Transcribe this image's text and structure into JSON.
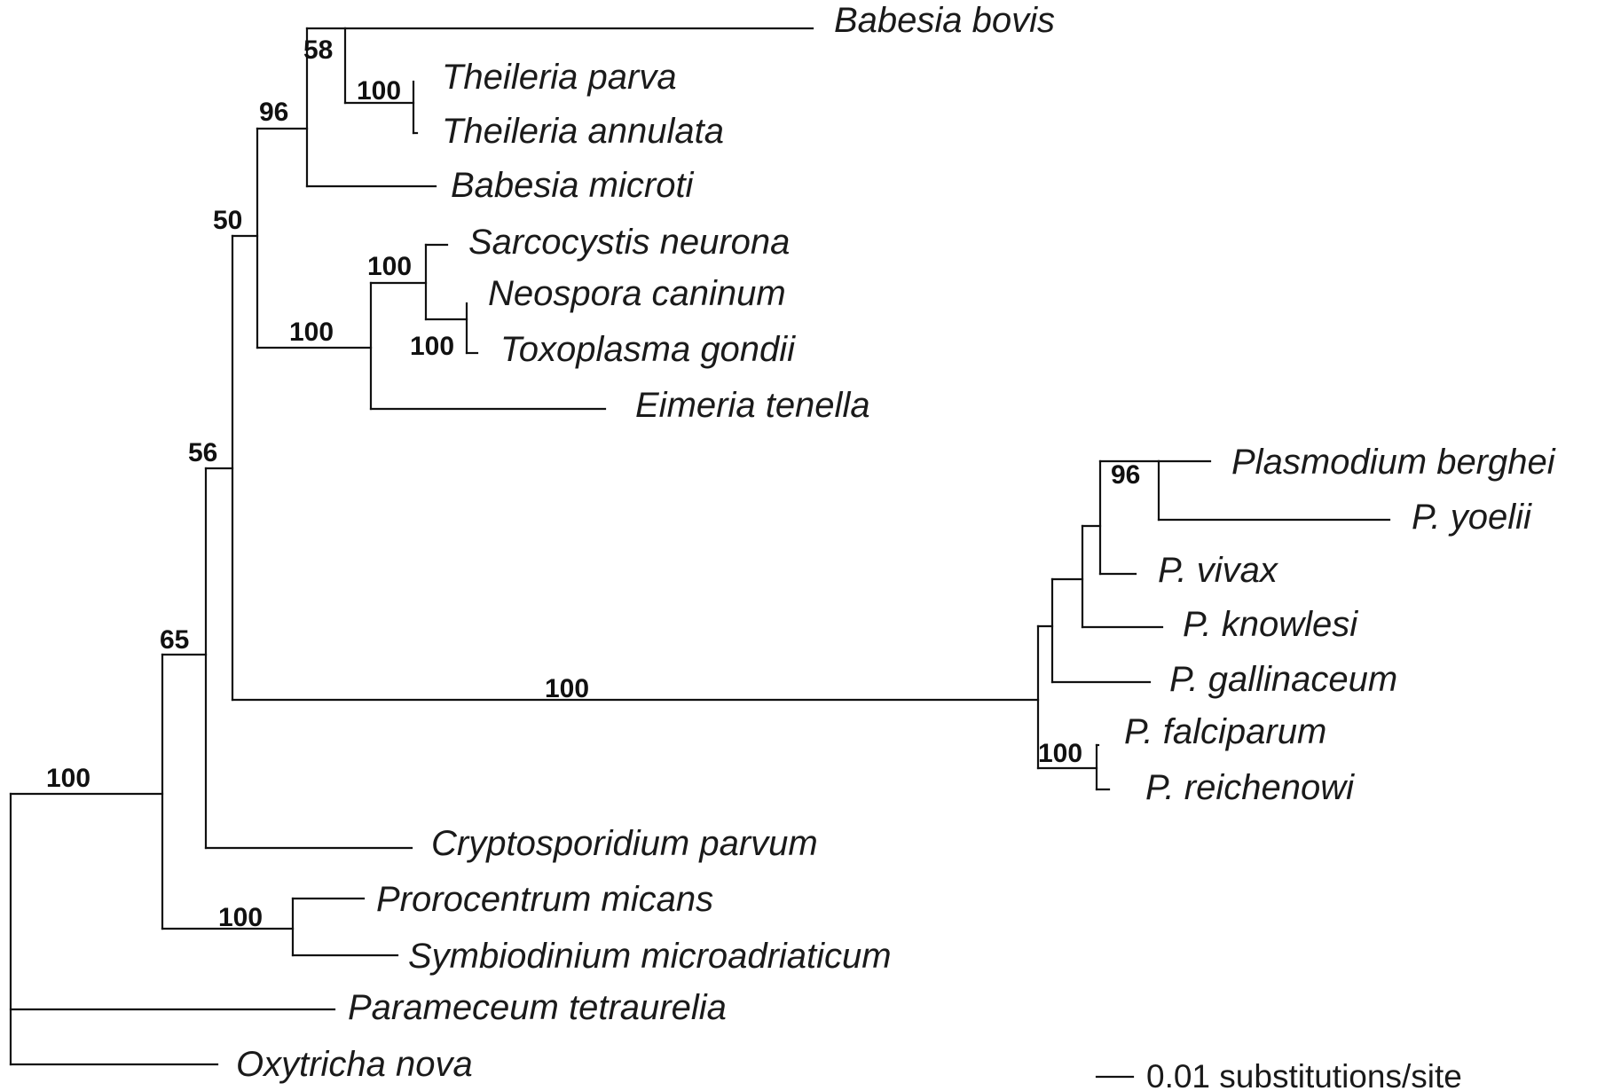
{
  "figure": {
    "type": "phylogenetic-tree",
    "scale_bar": {
      "label": "0.01 substitutions/site"
    }
  },
  "taxa": [
    "Babesia bovis",
    "Theileria parva",
    "Theileria annulata",
    "Babesia microti",
    "Sarcocystis neurona",
    "Neospora caninum",
    "Toxoplasma gondii",
    "Eimeria tenella",
    "Plasmodium berghei",
    "P. yoelii",
    "P. vivax",
    "P. knowlesi",
    "P. gallinaceum",
    "P. falciparum",
    "P. reichenowi",
    "Cryptosporidium parvum",
    "Prorocentrum micans",
    "Symbiodinium microadriaticum",
    "Parameceum tetraurelia",
    "Oxytricha nova"
  ],
  "support_values": {
    "root": "100",
    "alveolate_core": "65",
    "apicomplexa": "56",
    "piroplasm_coccidia": "50",
    "piroplasms": "96",
    "babesia_theileria": "58",
    "theileria": "100",
    "coccidia": "100",
    "sarcocystidae": "100",
    "neospora_toxoplasma": "100",
    "plasmodium": "100",
    "berghei_yoelii": "96",
    "falciparum_reichenowi": "100",
    "dinoflagellates": "100"
  }
}
